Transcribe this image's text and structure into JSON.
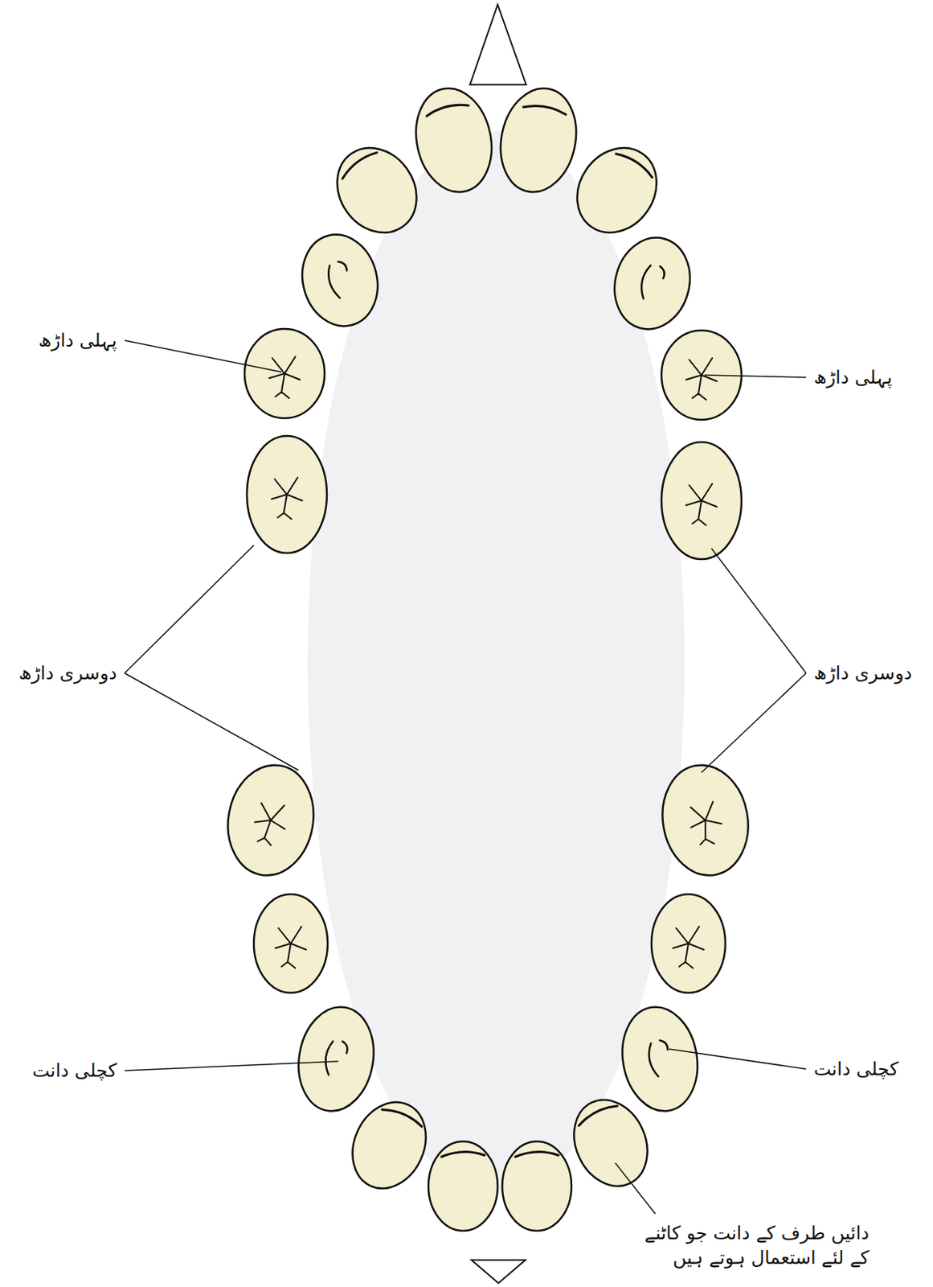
{
  "diagram": {
    "labels": [
      "پہلی داڑھ",
      "پہلی داڑھ",
      "دوسری داڑھ",
      "دوسری داڑھ",
      "کچلی دانت",
      "کچلی دانت",
      "دائیں طرف کے دانت جو کاٹنے کے لئے استعمال ہوتے ہیں"
    ]
  }
}
